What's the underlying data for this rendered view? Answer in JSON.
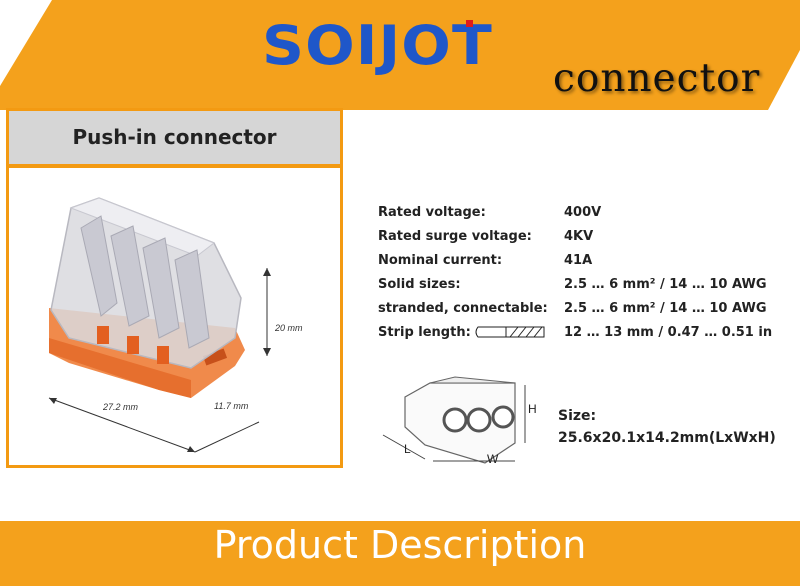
{
  "header": {
    "brand": "SOIJOT",
    "tagline": "connector"
  },
  "product_card": {
    "title": "Push-in connector",
    "dimensions": {
      "length": "27.2 mm",
      "width": "11.7 mm",
      "height": "20 mm"
    }
  },
  "specs": [
    {
      "label": "Rated voltage:",
      "value": "400V"
    },
    {
      "label": "Rated surge voltage:",
      "value": "4KV"
    },
    {
      "label": "Nominal current:",
      "value": "41A"
    },
    {
      "label": "Solid sizes:",
      "value": "2.5 … 6 mm² / 14 … 10 AWG"
    },
    {
      "label": "stranded, connectable:",
      "value": "2.5 … 6 mm² / 14 … 10 AWG"
    },
    {
      "label": "Strip length:",
      "value": "12 … 13 mm / 0.47 … 0.51 in"
    }
  ],
  "size_diagram": {
    "label_l": "L",
    "label_w": "W",
    "label_h": "H"
  },
  "size": {
    "label": "Size:",
    "value": "25.6x20.1x14.2mm(LxWxH)"
  },
  "footer": {
    "title": "Product Description"
  },
  "colors": {
    "orange": "#f4a11c",
    "brand_blue": "#1f57c9",
    "card_border": "#f39a12"
  }
}
